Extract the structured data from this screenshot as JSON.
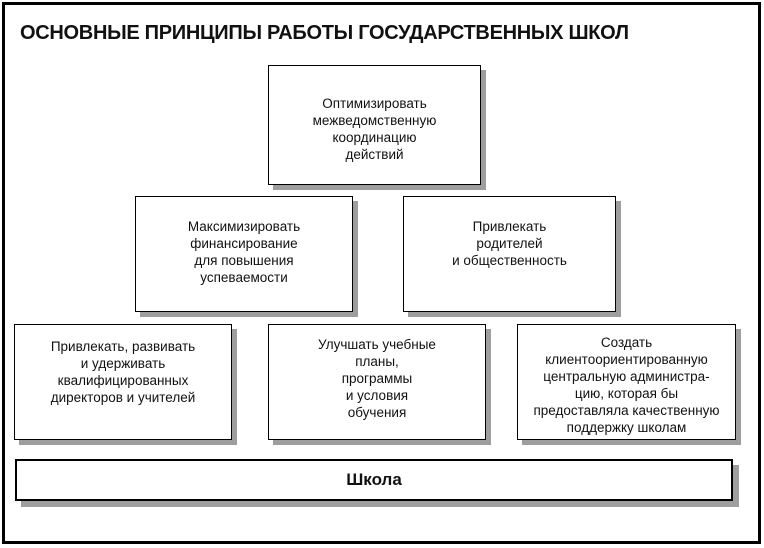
{
  "title": "ОСНОВНЫЕ ПРИНЦИПЫ РАБОТЫ ГОСУДАРСТВЕННЫХ ШКОЛ",
  "boxes": {
    "optimize_coordination": {
      "text": "Оптимизировать\nмежведомственную\nкоординацию\nдействий"
    },
    "maximize_funding": {
      "text": "Максимизировать\nфинансирование\nдля повышения\nуспеваемости"
    },
    "engage_parents": {
      "text": "Привлекать\nродителей\nи общественность"
    },
    "retain_teachers": {
      "text": "Привлекать, развивать\nи удерживать\nквалифицированных\nдиректоров и учителей"
    },
    "improve_curriculum": {
      "text": "Улучшать учебные\nпланы,\nпрограммы\nи условия\nобучения"
    },
    "client_oriented_administration": {
      "text": "Создать\nклиентоориентированную\nцентральную администра-\nцию, которая бы\nпредоставляла качественную\nподдержку школам"
    },
    "school": {
      "text": "Школа"
    }
  },
  "colors": {
    "background": "#ffffff",
    "box_border": "#000000",
    "box_shadow": "#9e9e9e",
    "text": "#111111"
  }
}
